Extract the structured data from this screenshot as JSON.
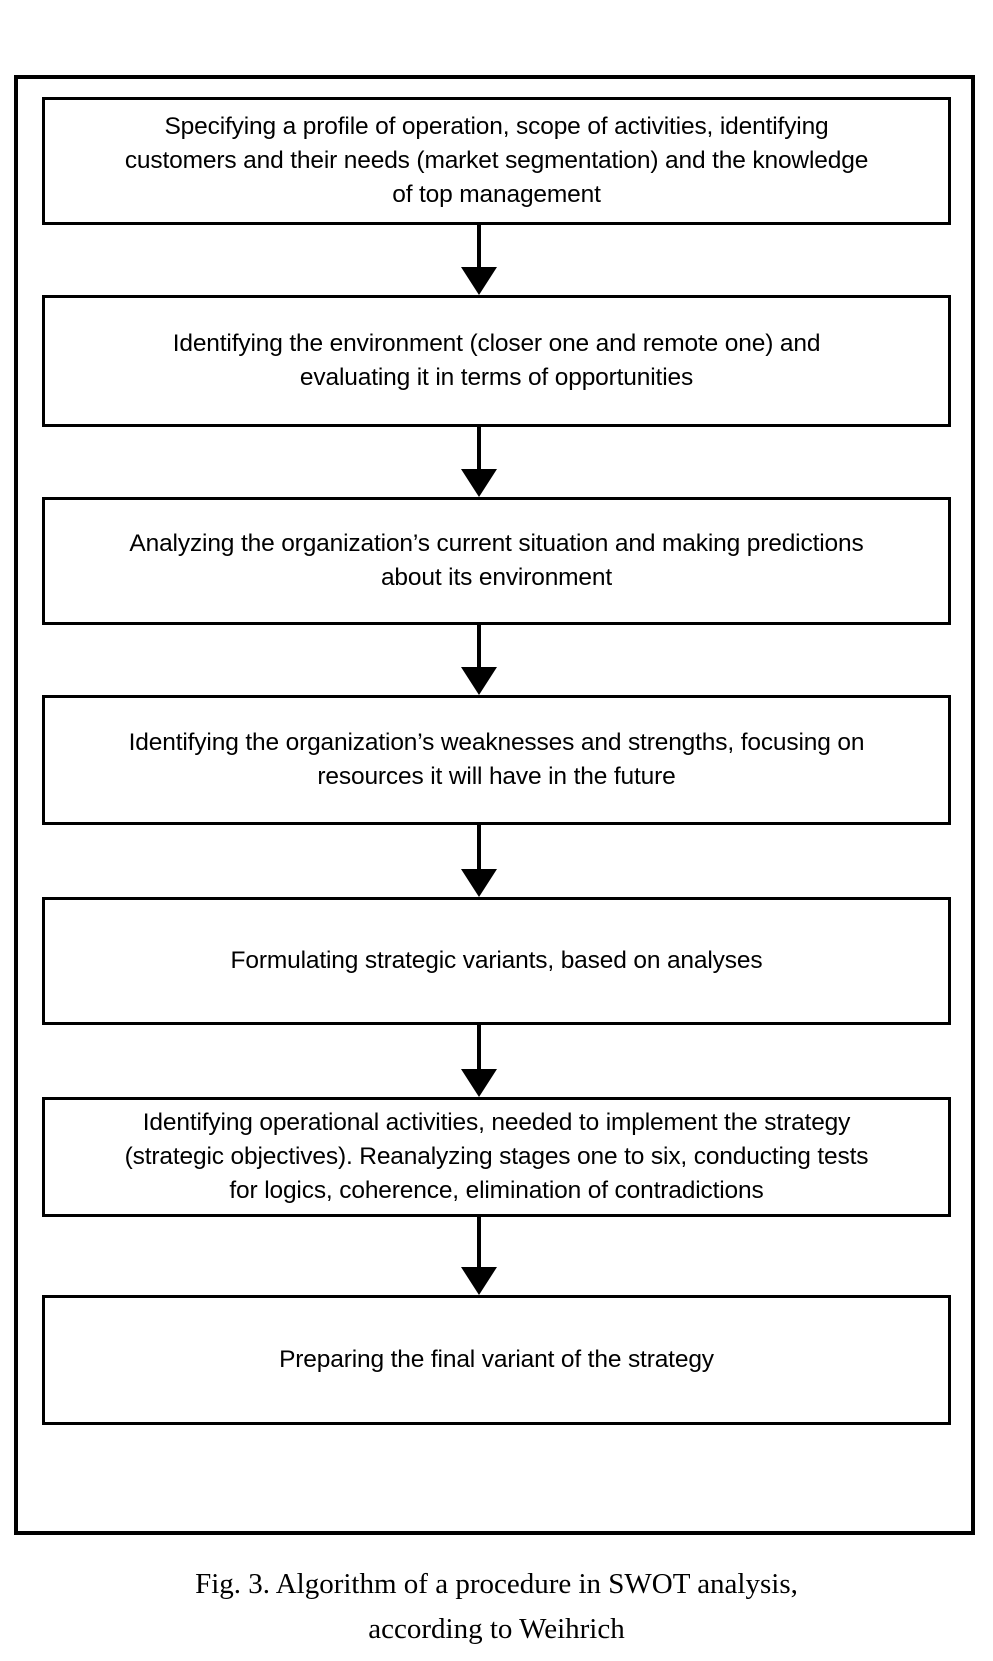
{
  "figure": {
    "caption_line_1": "Fig. 3. Algorithm of a procedure in SWOT analysis,",
    "caption_line_2": "according to Weihrich"
  },
  "chart_data": {
    "type": "diagram",
    "diagram_type": "flowchart",
    "orientation": "vertical-top-to-bottom",
    "title": "Fig. 3. Algorithm of a procedure in SWOT analysis, according to Weihrich",
    "node_count": 7,
    "edge_count": 6,
    "node_shape": "rectangle",
    "edge_style": "straight-arrow-down",
    "colors": {
      "background": "#ffffff",
      "border": "#000000",
      "text": "#000000"
    },
    "nodes": [
      {
        "id": 1,
        "text": "Specifying a profile of operation, scope of activities, identifying customers and their needs (market segmentation) and the knowledge of top management",
        "lines": [
          "Specifying a profile of operation, scope of activities, identifying",
          "customers and their needs (market segmentation) and the knowledge",
          "of top management"
        ]
      },
      {
        "id": 2,
        "text": "Identifying the environment  (closer one and remote one) and evaluating it in terms of opportunities",
        "lines": [
          "Identifying the environment  (closer one and remote one) and",
          "evaluating it in terms of opportunities"
        ]
      },
      {
        "id": 3,
        "text": "Analyzing  the organization’s current situation and making predictions about its environment",
        "lines": [
          "Analyzing  the organization’s current situation and making predictions",
          "about its environment"
        ]
      },
      {
        "id": 4,
        "text": "Identifying the organization’s weaknesses and strengths, focusing on resources  it will have in the future",
        "lines": [
          "Identifying the organization’s weaknesses and strengths, focusing on",
          "resources  it will have in the future"
        ]
      },
      {
        "id": 5,
        "text": "Formulating strategic variants, based on analyses",
        "lines": [
          "Formulating strategic variants, based on analyses"
        ]
      },
      {
        "id": 6,
        "text": "Identifying operational activities, needed to implement the strategy (strategic objectives). Reanalyzing stages one to six, conducting tests for logics, coherence, elimination of contradictions",
        "lines": [
          "Identifying operational activities, needed to implement the strategy",
          "(strategic objectives). Reanalyzing stages one to six, conducting tests",
          "for logics, coherence, elimination of contradictions"
        ]
      },
      {
        "id": 7,
        "text": "Preparing the final variant of the strategy",
        "lines": [
          "Preparing the final variant of the strategy"
        ]
      }
    ],
    "edges": [
      {
        "from": 1,
        "to": 2,
        "label": ""
      },
      {
        "from": 2,
        "to": 3,
        "label": ""
      },
      {
        "from": 3,
        "to": 4,
        "label": ""
      },
      {
        "from": 4,
        "to": 5,
        "label": ""
      },
      {
        "from": 5,
        "to": 6,
        "label": ""
      },
      {
        "from": 6,
        "to": 7,
        "label": ""
      }
    ]
  },
  "boxes": {
    "box_1": "Specifying a profile of operation, scope of activities, identifying\ncustomers and their needs (market segmentation) and the knowledge\nof top management",
    "box_2": "Identifying the environment  (closer one and remote one) and\nevaluating it in terms of opportunities",
    "box_3": "Analyzing  the organization’s current situation and making predictions\nabout its environment",
    "box_4": "Identifying the organization’s weaknesses and strengths, focusing on\nresources  it will have in the future",
    "box_5": "Formulating strategic variants, based on analyses",
    "box_6": "Identifying operational activities, needed to implement the strategy\n(strategic objectives). Reanalyzing stages one to six, conducting tests\nfor logics, coherence, elimination of contradictions",
    "box_7": "Preparing the final variant of the strategy"
  }
}
